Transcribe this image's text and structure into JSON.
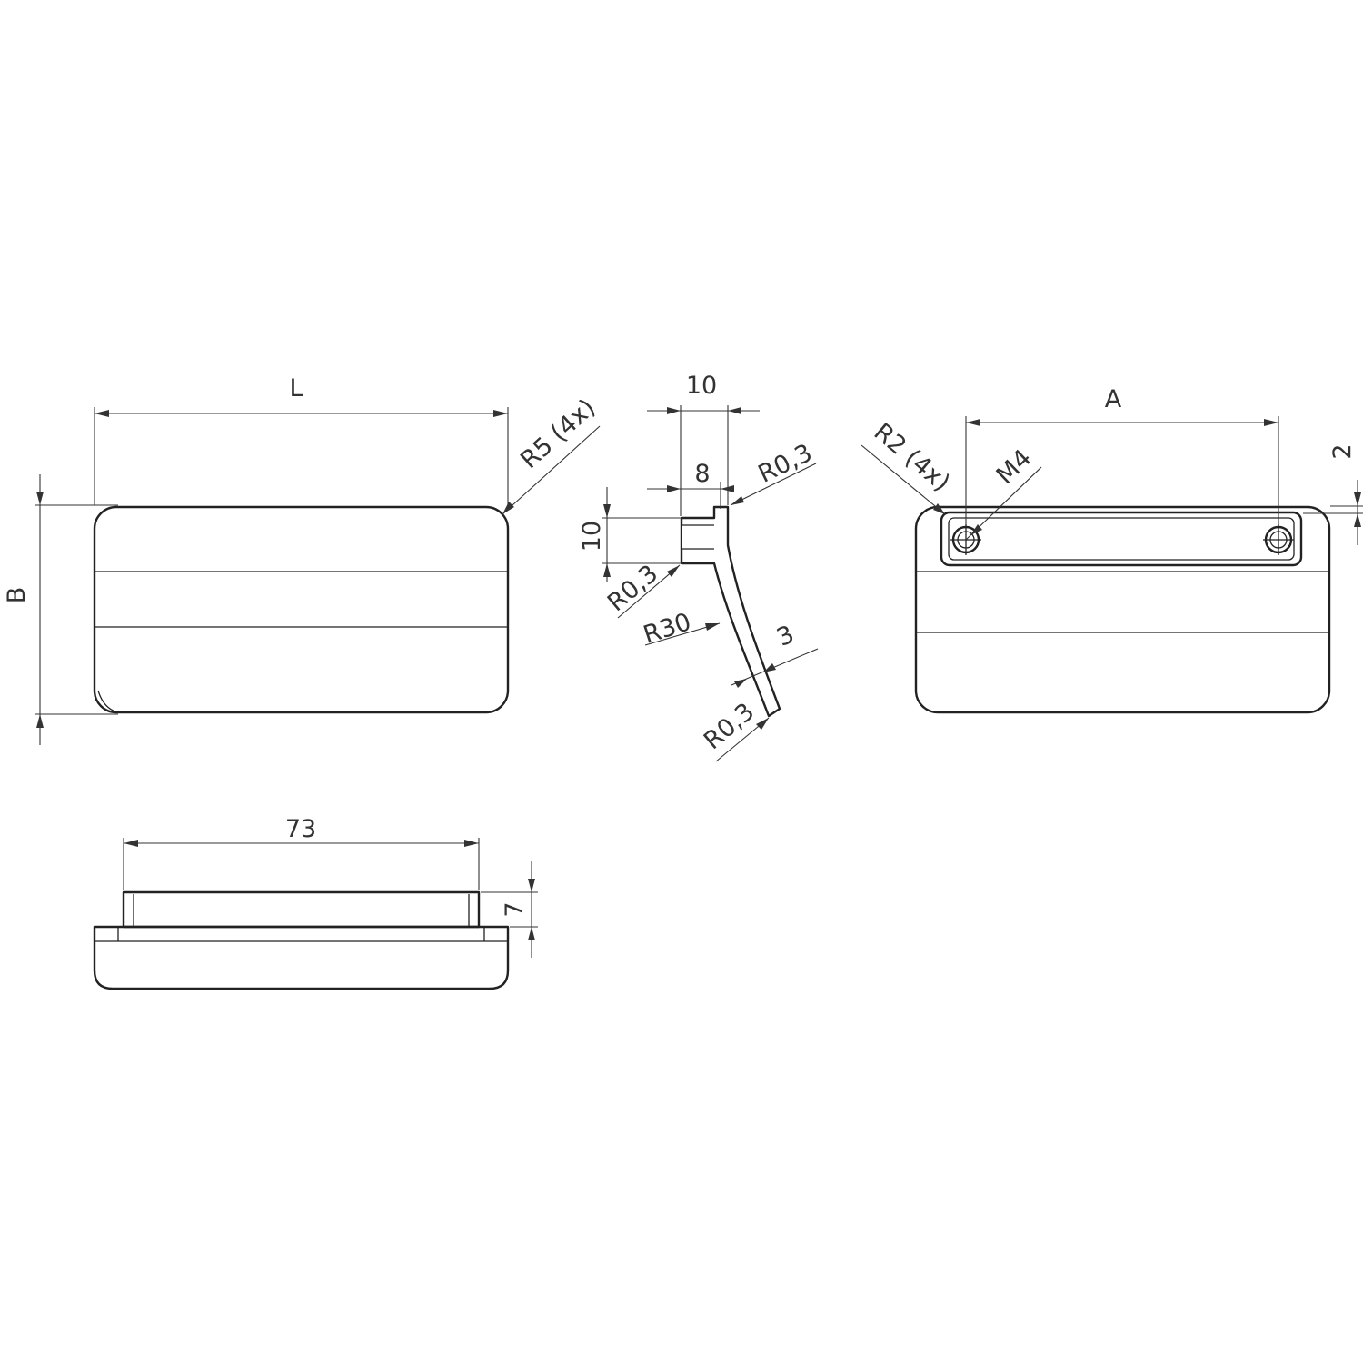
{
  "labels": {
    "front_length": "L",
    "front_height": "B",
    "front_corner_radius": "R5 (4x)",
    "section_total_width": "10",
    "section_lip_width": "8",
    "section_lip_height": "10",
    "section_radius_top": "R0,3",
    "section_radius_inner": "R0,3",
    "section_curve_radius": "R30",
    "section_thickness": "3",
    "section_radius_bottom": "R0,3",
    "rear_hole_spacing": "A",
    "rear_corner_radius": "R2 (4x)",
    "rear_thread": "M4",
    "rear_offset": "2",
    "bottom_width": "73",
    "bottom_height": "7"
  },
  "colors": {
    "line": "#222222",
    "dimension": "#333333",
    "background": "#ffffff"
  }
}
